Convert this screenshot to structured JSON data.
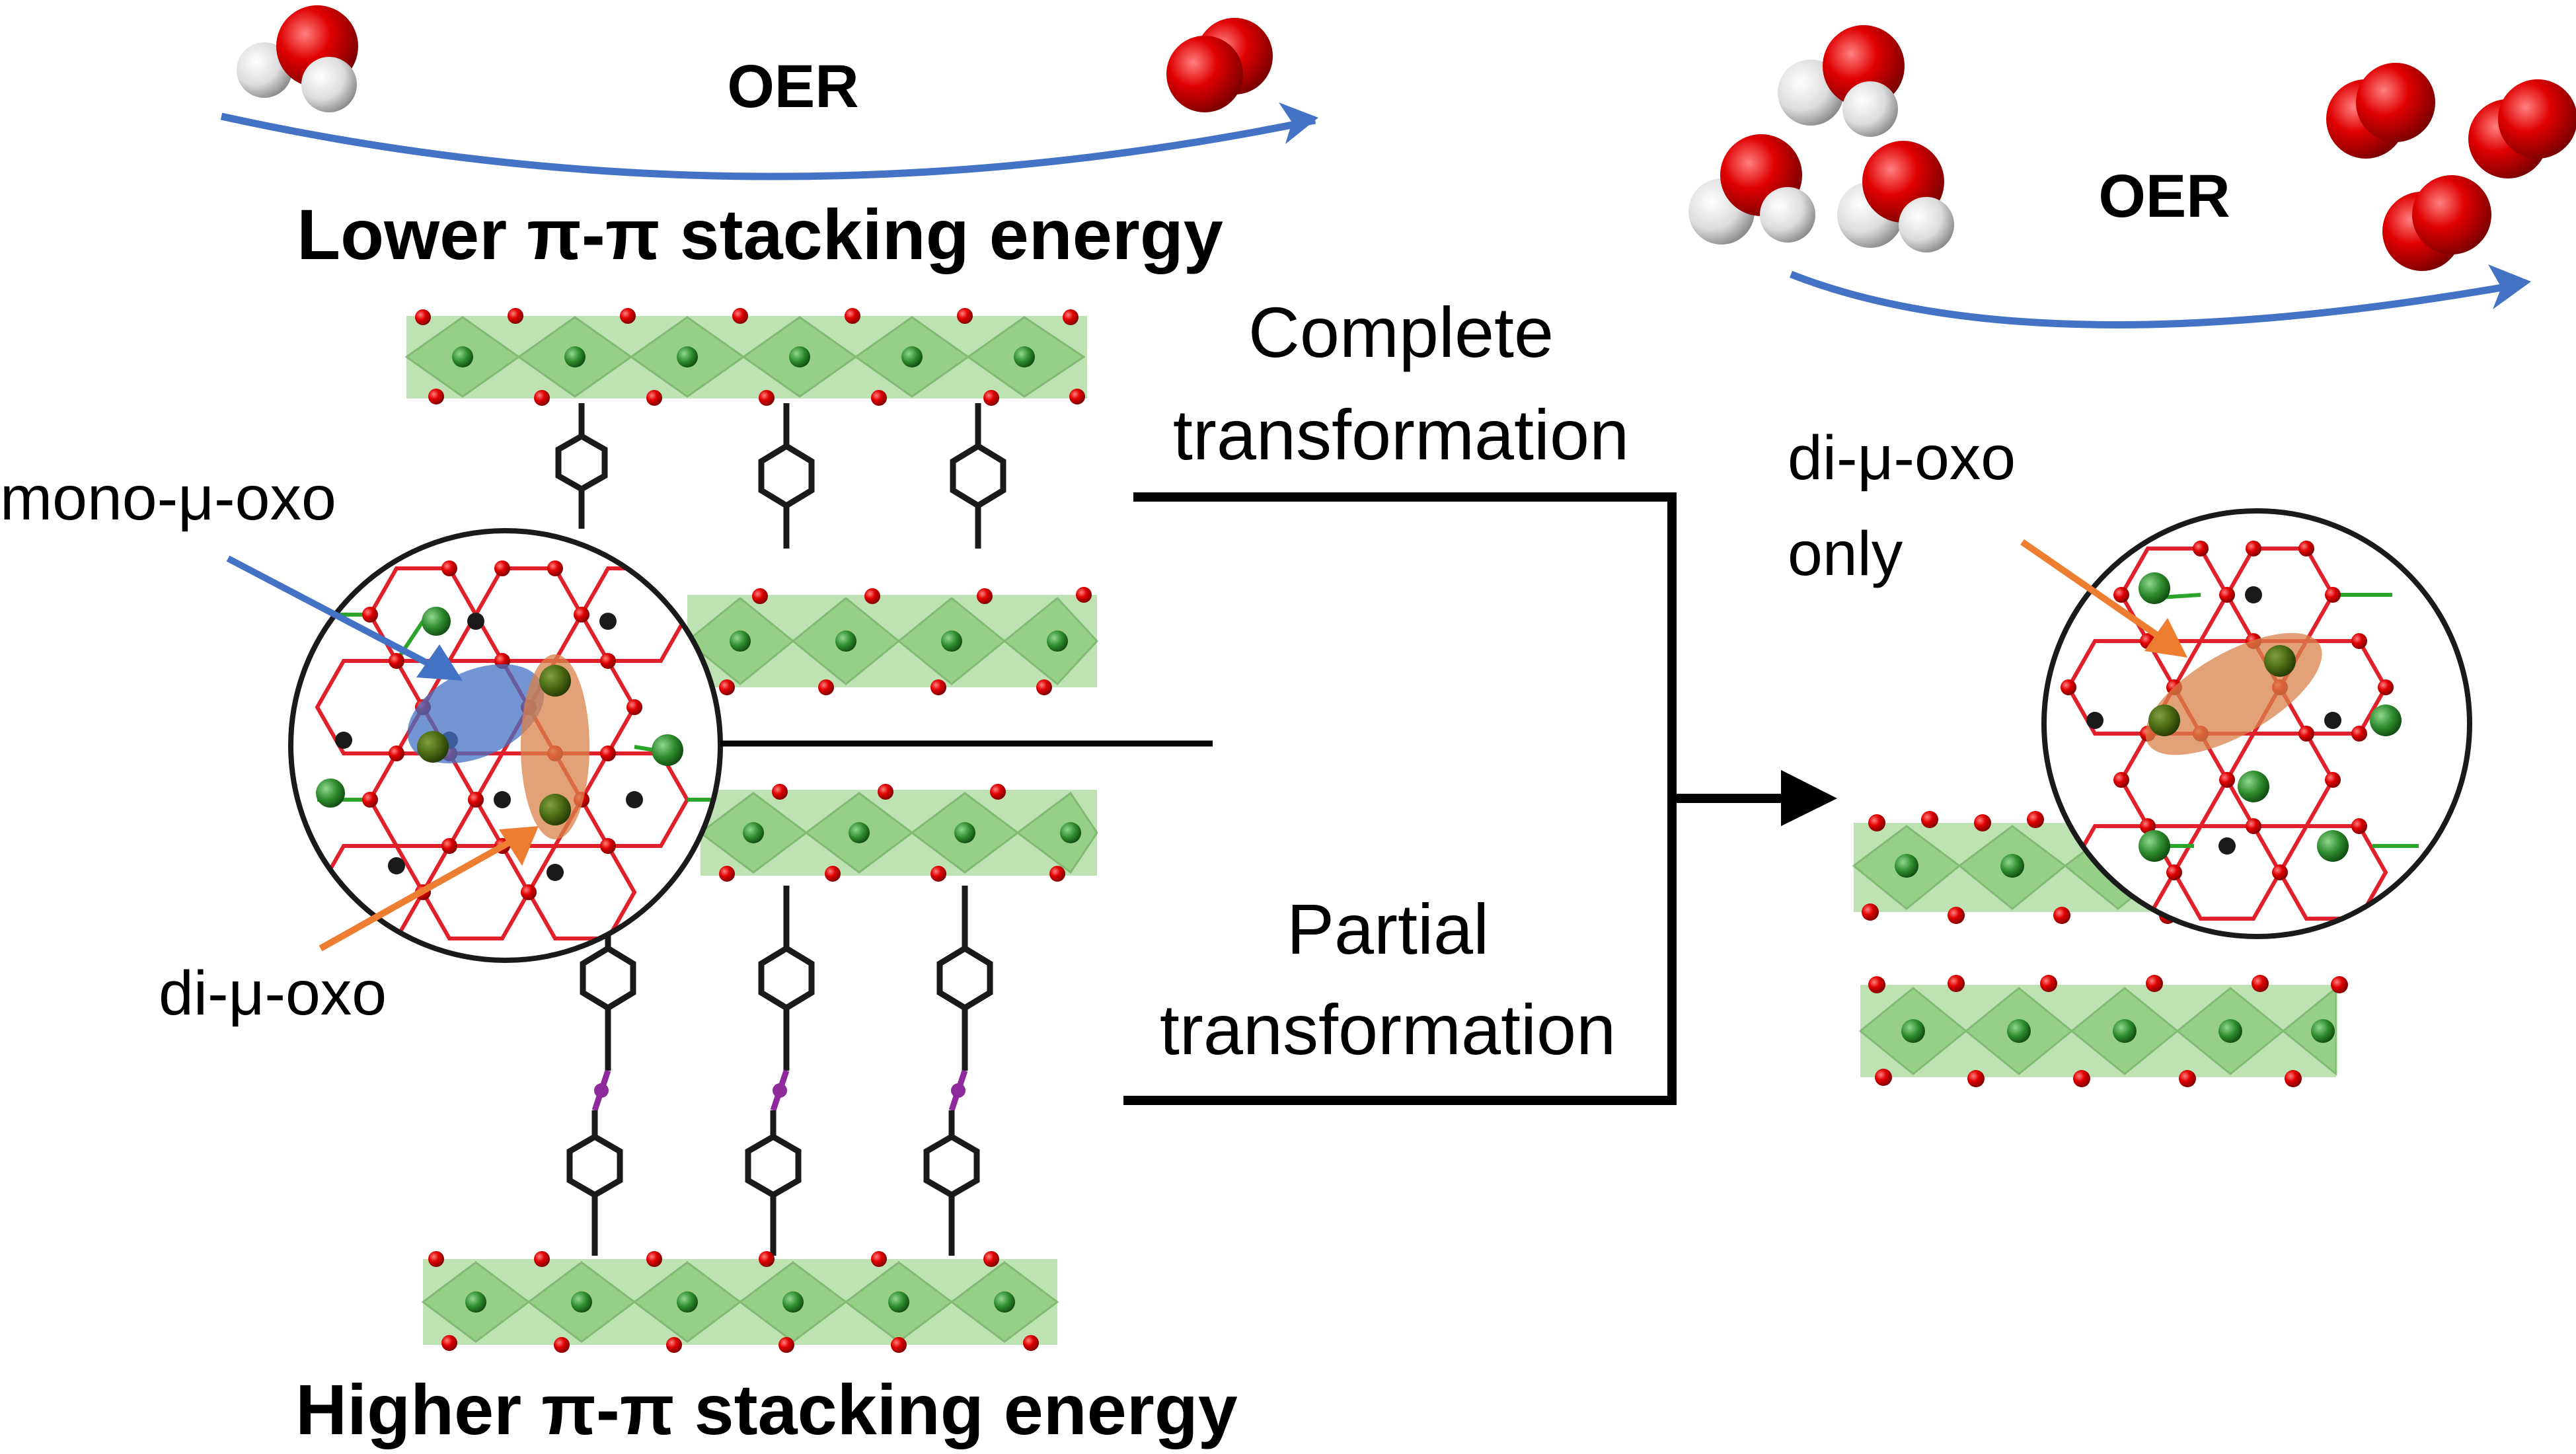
{
  "labels": {
    "oer_left": "OER",
    "oer_right": "OER",
    "lower_energy": "Lower π-π stacking energy",
    "higher_energy": "Higher π-π stacking energy",
    "mono_oxo": "mono-μ-oxo",
    "di_oxo_left": "di-μ-oxo",
    "di_oxo_right_line1": "di-μ-oxo",
    "di_oxo_right_line2": "only",
    "complete_line1": "Complete",
    "complete_line2": "transformation",
    "partial_line1": "Partial",
    "partial_line2": "transformation"
  },
  "colors": {
    "oxygen": "#d40000",
    "hydrogen": "#e6e6e6",
    "metal": "#2e8b2e",
    "layer_fill": "#a8d89a",
    "carbon": "#1a1a1a",
    "nitrogen": "#8e2a9c",
    "arrow_blue": "#4472c4",
    "arrow_orange": "#ed7d31",
    "highlight_blue": "#4472c4",
    "highlight_orange": "#d9824a",
    "bond_red": "#e0202a",
    "bond_green": "#2aa52a"
  }
}
